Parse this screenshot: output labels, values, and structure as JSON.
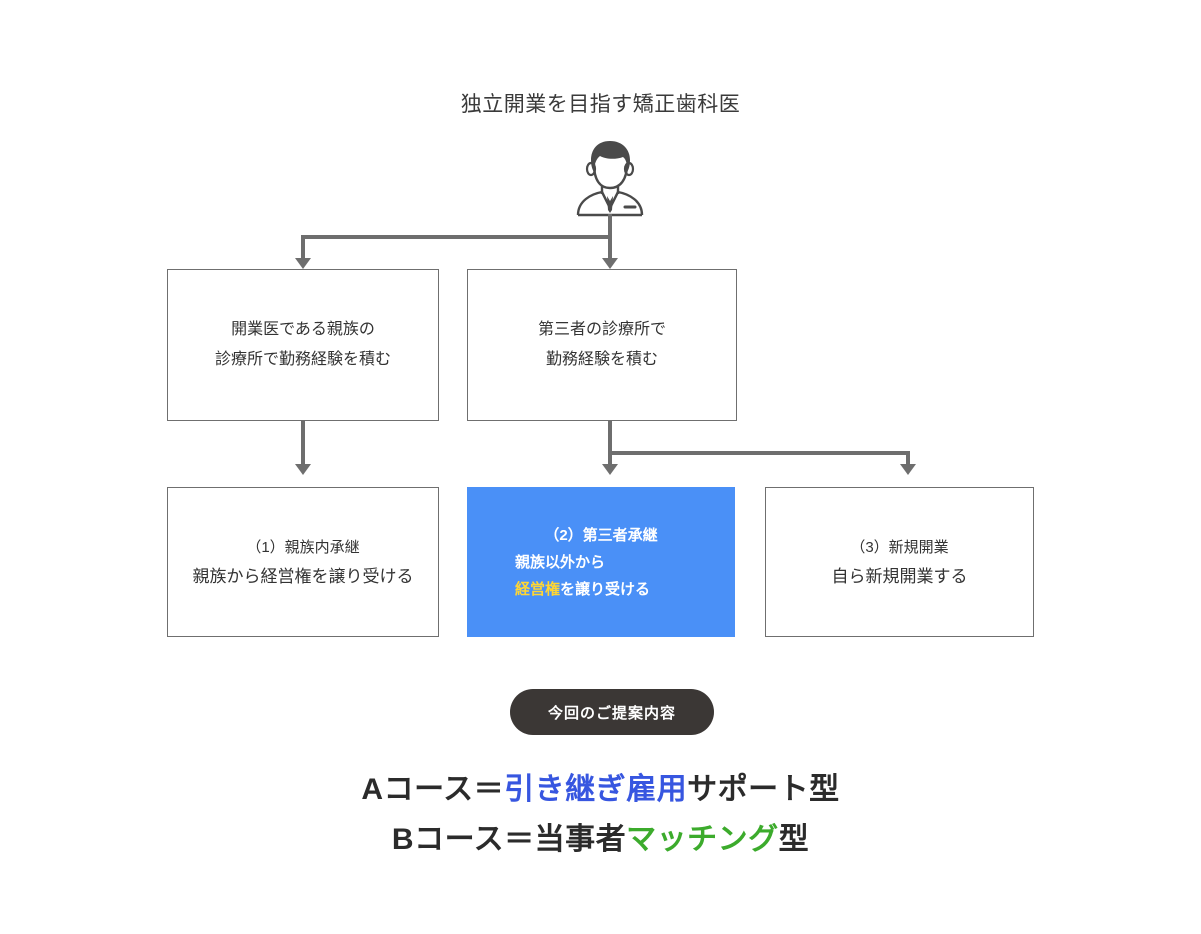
{
  "title": "独立開業を目指す矯正歯科医",
  "icon": {
    "name": "dentist-person-icon"
  },
  "colors": {
    "highlight_blue_box": "#4a90f7",
    "highlight_yellow": "#ffd633",
    "course_a_highlight": "#3756e0",
    "course_b_highlight": "#3cab2c",
    "pill_background": "#3b3735",
    "connector": "#6e6e6e",
    "box_border": "#6f6f6f"
  },
  "level1": {
    "left_box": {
      "line1": "開業医である親族の",
      "line2": "診療所で勤務経験を積む"
    },
    "right_box": {
      "line1": "第三者の診療所で",
      "line2": "勤務経験を積む"
    }
  },
  "level2": {
    "option1": {
      "heading": "（1）親族内承継",
      "body": "親族から経営権を譲り受ける"
    },
    "option2": {
      "heading": "（2）第三者承継",
      "body_line1": "親族以外から",
      "body_line2_highlight": "経営権",
      "body_line2_rest": "を譲り受ける"
    },
    "option3": {
      "heading": "（3）新規開業",
      "body": "自ら新規開業する"
    }
  },
  "pill": {
    "label": "今回のご提案内容"
  },
  "courses": {
    "a": {
      "prefix": "Aコース＝",
      "highlight": "引き継ぎ雇用",
      "suffix": "サポート型"
    },
    "b": {
      "prefix": "Bコース＝当事者",
      "highlight": "マッチング",
      "suffix": "型"
    }
  }
}
